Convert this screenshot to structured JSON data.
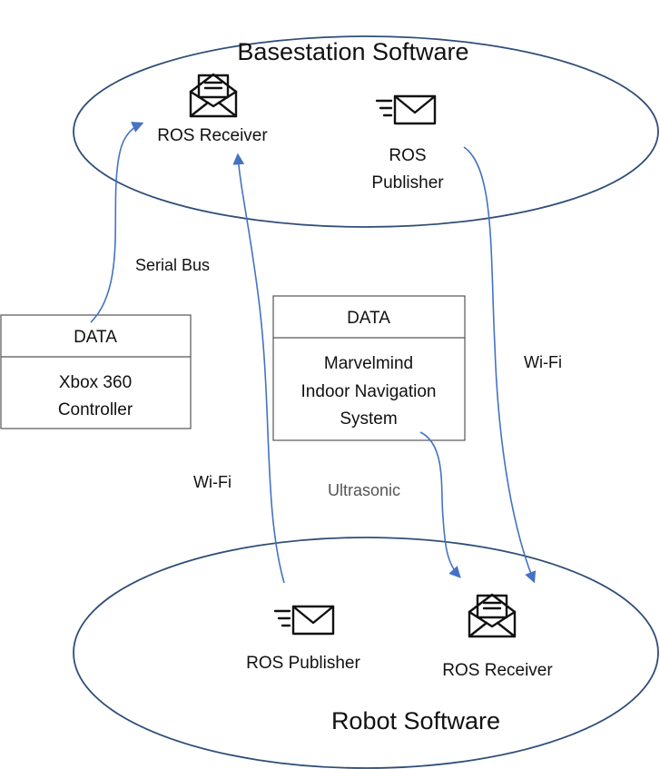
{
  "basestation": {
    "title": "Basestation Software",
    "receiver_label": "ROS Receiver",
    "publisher_label_line1": "ROS",
    "publisher_label_line2": "Publisher"
  },
  "robot": {
    "title": "Robot Software",
    "publisher_label": "ROS Publisher",
    "receiver_label": "ROS Receiver"
  },
  "xbox_box": {
    "header": "DATA",
    "line1": "Xbox 360",
    "line2": "Controller"
  },
  "marvelmind_box": {
    "header": "DATA",
    "line1": "Marvelmind",
    "line2": "Indoor Navigation",
    "line3": "System"
  },
  "edges": {
    "serial_bus": "Serial Bus",
    "wifi_left": "Wi-Fi",
    "wifi_right": "Wi-Fi",
    "ultrasonic": "Ultrasonic"
  },
  "icons": {
    "receiver": "open-envelope-icon",
    "publisher": "sending-envelope-icon"
  },
  "colors": {
    "ellipse_stroke": "#2f4e78",
    "arrow": "#4472c4"
  }
}
